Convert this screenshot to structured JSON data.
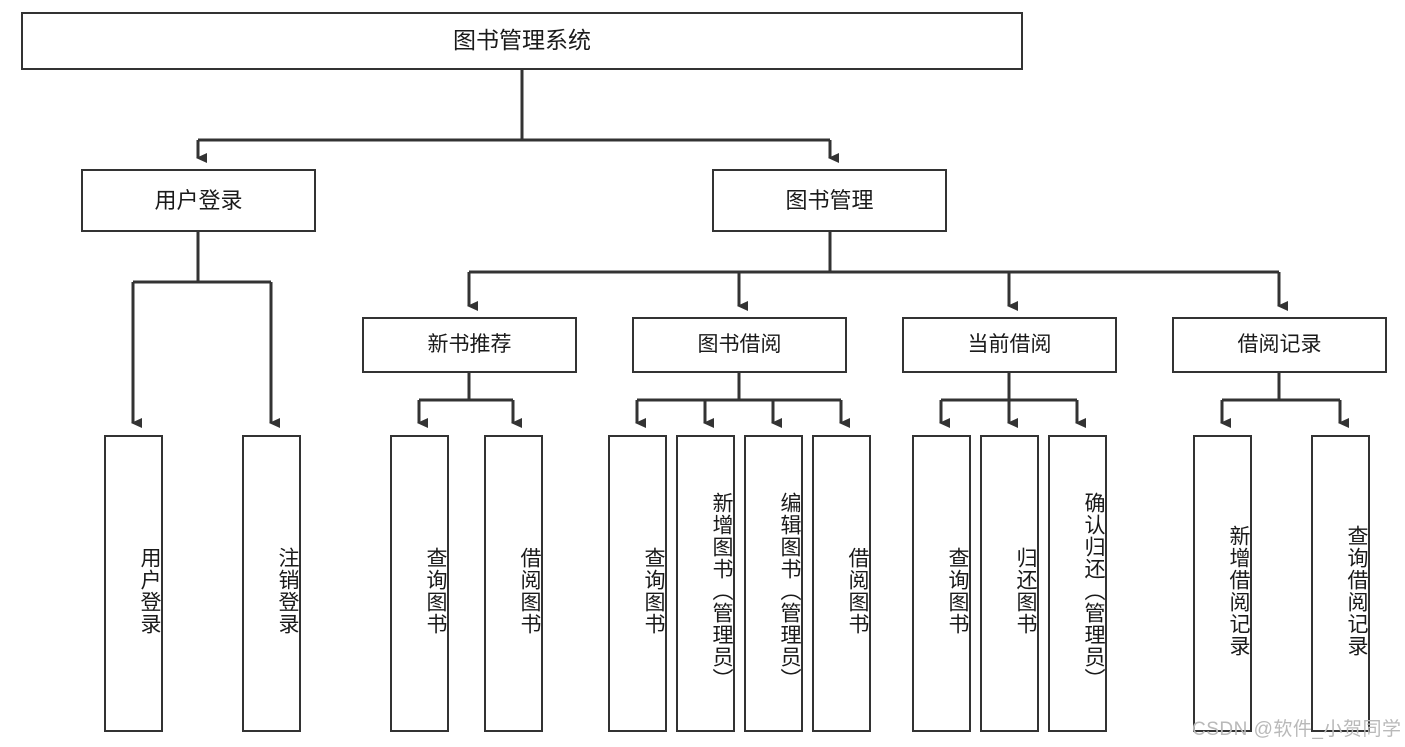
{
  "diagram": {
    "type": "tree",
    "title": "图书管理系统",
    "watermark": "CSDN @软件_小贺同学",
    "colors": {
      "stroke": "#333333",
      "fill": "#ffffff",
      "text": "#1a1a1a",
      "watermark": "#b9b9b9"
    },
    "nodes": {
      "root": "图书管理系统",
      "level2": [
        "用户登录",
        "图书管理"
      ],
      "level3": [
        "新书推荐",
        "图书借阅",
        "当前借阅",
        "借阅记录"
      ],
      "leaves": [
        "用户登录",
        "注销登录",
        "查询图书",
        "借阅图书",
        "查询图书",
        "新增图书（管理员）",
        "编辑图书（管理员）",
        "借阅图书",
        "查询图书",
        "归还图书",
        "确认归还（管理员）",
        "新增借阅记录",
        "查询借阅记录"
      ]
    },
    "hierarchy": {
      "图书管理系统": [
        "用户登录",
        "图书管理"
      ],
      "用户登录": [
        "用户登录",
        "注销登录"
      ],
      "图书管理": [
        "新书推荐",
        "图书借阅",
        "当前借阅",
        "借阅记录"
      ],
      "新书推荐": [
        "查询图书",
        "借阅图书"
      ],
      "图书借阅": [
        "查询图书",
        "新增图书（管理员）",
        "编辑图书（管理员）",
        "借阅图书"
      ],
      "当前借阅": [
        "查询图书",
        "归还图书",
        "确认归还（管理员）"
      ],
      "借阅记录": [
        "新增借阅记录",
        "查询借阅记录"
      ]
    }
  }
}
